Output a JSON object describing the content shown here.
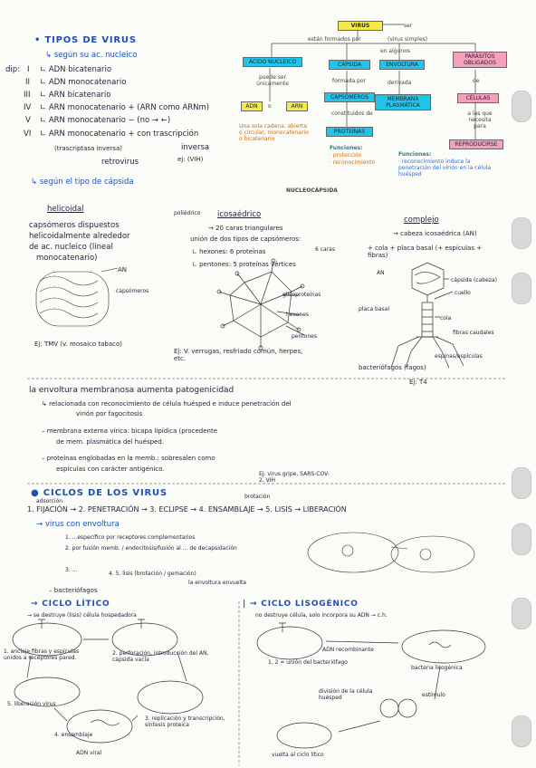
{
  "section1": {
    "title": "• TIPOS DE VIRUS",
    "sub": "↳ según su ac. nucleico",
    "dip": "dip:",
    "types": [
      {
        "num": "I",
        "text": "∟ ADN bicatenario"
      },
      {
        "num": "II",
        "text": "∟ ADN monocatenario"
      },
      {
        "num": "III",
        "text": "∟ ARN bicatenario"
      },
      {
        "num": "IV",
        "text": "∟ ARN monocatenario + (ARN como ARNm)"
      },
      {
        "num": "V",
        "text": "∟ ARN monocatenario − (no → ←)"
      },
      {
        "num": "VI",
        "text": "∟ ARN monocatenario + con trascripción"
      }
    ],
    "note1": "(trascriptasa inversa)",
    "note2": "inversa",
    "note3": "retrovirus",
    "note4": "ej: (VIH)"
  },
  "concept_map": {
    "root": "VIRUS",
    "root_side": "ser",
    "root_sub1": "están formados por",
    "root_sub2": "(virus simples)",
    "root_sub3": "en algunos",
    "node_acido": "ÁCIDO NUCLEICO",
    "node_capsida": "CÁPSIDA",
    "node_envoltura": "ENVOLTURA",
    "node_parasitos": "PARÁSITOS OBLIGADOS",
    "acido_sub": "puede ser únicamente",
    "adn": "ADN",
    "o": "o",
    "arn": "ARN",
    "acido_desc": "Una sola cadena, abierta o circular, monocatenario o bicatenario",
    "capsida_sub": "formada por",
    "capsomeros": "CAPSÓMEROS",
    "capsomeros_sub": "constituidos de",
    "proteinas": "PROTEÍNAS",
    "capsida_fn_title": "Funciones:",
    "capsida_fn1": "· protección",
    "capsida_fn2": "· reconocimiento",
    "envoltura_sub": "derivada",
    "membrana": "MEMBRANA PLASMÁTICA",
    "envoltura_fn_title": "Funciones:",
    "envoltura_fn": "· reconocimiento induce la penetración del virión en la célula huésped",
    "parasitos_sub": "de",
    "celulas": "CÉLULAS",
    "celulas_sub": "a las que necesita para",
    "reproducirse": "REPRODUCIRSE",
    "nucleocapsida": "NUCLEOCÁPSIDA"
  },
  "section2": {
    "title": "↳ según el tipo de cápsida",
    "helicoidal": "helicoidal",
    "helicoidal_desc": [
      "capsómeros dispuestos",
      "helicoidalmente alrededor",
      "de ac. nucleico (lineal",
      "monocatenario)"
    ],
    "an_label": "AN",
    "capsomero_label": "capsómeros",
    "ej_tmv": "Ej: TMV (v. mosaico tabaco)",
    "poliedrico": "poliédrico",
    "icosaedrico": "icosaédrico",
    "ico_desc1": "→ 20 caras triangulares",
    "ico_desc2": "unión de dos tipos de capsómeros:",
    "hexones": "∟ hexones: 6 proteínas",
    "hexones_note": "6 caras",
    "pentones": "∟ pentones: 5 proteínas vértices",
    "ico_labels": [
      "glicoproteínas",
      "hexones",
      "pentones"
    ],
    "ej_ico": "Ej: V. verrugas, resfriado común, herpes, etc.",
    "complejo": "complejo",
    "cabeza": "→ cabeza icosaédrica (AN)",
    "cola": "+ cola + placa basal (+ espículas + fibras)",
    "comp_labels": [
      "cápsida (cabeza)",
      "cuello",
      "cola",
      "fibras caudales",
      "espinas/espículas",
      "placa basal",
      "AN"
    ],
    "bacteriofagos": "bacteriófagos (fagos)",
    "ej_t4": "Ej: T4"
  },
  "section3": {
    "title": "la envoltura membranosa aumenta patogenicidad",
    "l1": "↳ relacionada con reconocimiento de célula huésped e induce penetración del",
    "l2": "virión por fagocitosis",
    "l3": "– membrana externa vírica: bicapa lipídica (procedente",
    "l4": "de mem. plasmática del huésped.",
    "l5": "– proteínas englobadas en la memb.: sobresalen como",
    "l6": "espículas con carácter antigénico.",
    "ej": "Ej: virus gripe, SARS-COV-2, VIH"
  },
  "section4": {
    "title": "● CICLOS DE LOS VIRUS",
    "steps": "1. FIJACIÓN → 2. PENETRACIÓN → 3. ECLIPSE → 4. ENSAMBLAJE → 5. LISIS → LIBERACIÓN",
    "adsorcion": "adsorción",
    "brotacion": "brotación",
    "envuelta": "→ virus con envoltura",
    "env1": "1. ...específico por receptores complementarios",
    "env2": "2. por fusión memb. / endocitosis/fusión al ... de decapsidación",
    "env3": "3. ...",
    "env4": "4. 5. lisis (brotación / gemación)",
    "env5": "la envoltura envuelta",
    "bacteriofagos": "– bacteriófagos"
  },
  "ciclo_litico": {
    "title": "→ CICLO LÍTICO",
    "sub": "→ se destruye (lisis) célula hospedadora",
    "s1": "1. anclaje fibras y espículas unidos a receptores pared.",
    "s2": "2. perforación, introducción del AN, cápsida vacía",
    "s3": "3. replicación y transcripción, síntesis proteica",
    "s4": "4. ensamblaje",
    "s5": "5. liberación virus",
    "adn_viral": "ADN viral"
  },
  "ciclo_lisogenico": {
    "title": "| → CICLO LISOGÉNICO",
    "sub": "no destruye célula, solo incorpora su ADN → c.h.",
    "l1": "1, 2 = unión del bacteriófago",
    "l2": "ADN recombinante",
    "l3": "bacteria lisogénica",
    "l4": "división de la célula huésped",
    "l5": "estímulo",
    "l6": "vuelta al ciclo lítico"
  }
}
